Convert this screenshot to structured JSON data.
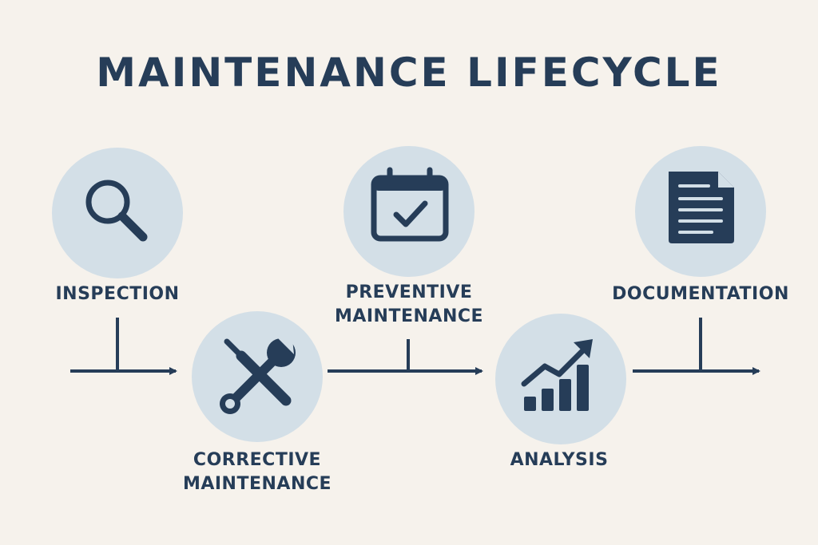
{
  "title": "MAINTENANCE LIFECYCLE",
  "colors": {
    "background": "#f6f2ec",
    "ink": "#263d58",
    "circle": "#d3dfe7"
  },
  "steps": [
    {
      "label_lines": [
        "INSPECTION"
      ],
      "icon": "magnifying-glass-icon"
    },
    {
      "label_lines": [
        "CORRECTIVE",
        "MAINTENANCE"
      ],
      "icon": "wrench-screwdriver-icon"
    },
    {
      "label_lines": [
        "PREVENTIVE",
        "MAINTENANCE"
      ],
      "icon": "calendar-check-icon"
    },
    {
      "label_lines": [
        "ANALYSIS"
      ],
      "icon": "bar-chart-trend-icon"
    },
    {
      "label_lines": [
        "DOCUMENTATION"
      ],
      "icon": "document-icon"
    }
  ]
}
